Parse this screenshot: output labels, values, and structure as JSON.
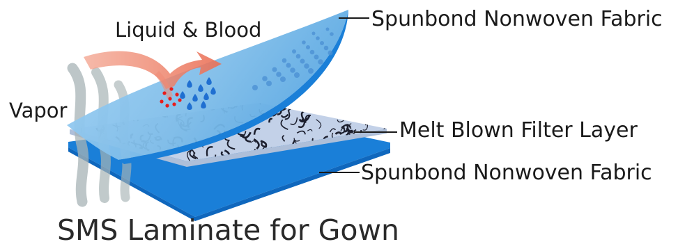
{
  "labels": {
    "top_layer": "Spunbond Nonwoven Fabric",
    "middle_layer": "Melt Blown Filter Layer",
    "bottom_layer": "Spunbond Nonwoven Fabric",
    "liquid": "Liquid & Blood",
    "vapor": "Vapor"
  },
  "title": "SMS Laminate for Gown",
  "colors": {
    "spunbond_light": "#8ec6ee",
    "spunbond_dark": "#1a7fd8",
    "meltblown": "#c3d1e8",
    "fiber": "#1c1f2e",
    "arrow": "#ef8a74",
    "vapor": "#a7b3b5",
    "droplet": "#1f6fd1",
    "particle": "#e81c1c"
  }
}
